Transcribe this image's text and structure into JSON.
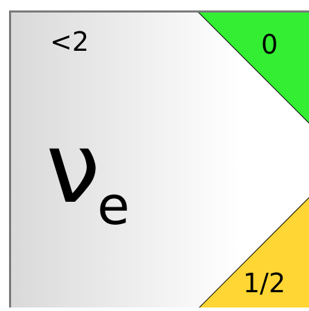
{
  "tile": {
    "mass_label": "<2",
    "symbol": "ν",
    "subscript": "e",
    "charge_label": "0",
    "spin_label": "1/2"
  },
  "colors": {
    "background_gradient_start": "#d9d9d9",
    "background_gradient_end": "#ffffff",
    "border": "#7a7a7a",
    "charge_corner": "#33ee33",
    "spin_corner": "#ffd633",
    "text": "#000000"
  }
}
